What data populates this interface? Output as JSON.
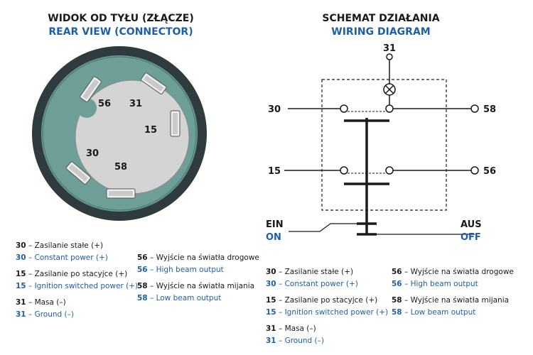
{
  "left_panel": {
    "title_pl": "WIDOK OD TYŁU (ZŁĄCZE)",
    "title_en": "REAR VIEW (CONNECTOR)",
    "pins": {
      "p56": "56",
      "p31": "31",
      "p15": "15",
      "p30": "30",
      "p58": "58"
    },
    "colors": {
      "connector_face": "#6e9e98",
      "connector_rim": "#2f3b3e",
      "center_disk": "#d4d4d4"
    }
  },
  "right_panel": {
    "title_pl": "SCHEMAT DZIAŁANIA",
    "title_en": "WIRING DIAGRAM",
    "terminals": {
      "t31": "31",
      "t30": "30",
      "t58": "58",
      "t15": "15",
      "t56": "56"
    },
    "switch": {
      "on_pl": "EIN",
      "on_en": "ON",
      "off_pl": "AUS",
      "off_en": "OFF"
    }
  },
  "legend_left": {
    "items": [
      {
        "num": "30",
        "pl": "Zasilanie stałe (+)",
        "en": "Constant power (+)"
      },
      {
        "num": "15",
        "pl": "Zasilanie po stacyjce (+)",
        "en": "Ignition switched power (+)"
      },
      {
        "num": "31",
        "pl": "Masa (–)",
        "en": "Ground (–)"
      }
    ],
    "outputs": [
      {
        "num": "56",
        "pl": "Wyjście na światła drogowe",
        "en": "High beam output"
      },
      {
        "num": "58",
        "pl": "Wyjście na światła mijania",
        "en": "Low beam output"
      }
    ]
  },
  "legend_right": {
    "items": [
      {
        "num": "30",
        "pl": "Zasilanie stałe (+)",
        "en": "Constant power (+)"
      },
      {
        "num": "15",
        "pl": "Zasilanie po stacyjce (+)",
        "en": "Ignition switched power (+)"
      },
      {
        "num": "31",
        "pl": "Masa (–)",
        "en": "Ground (–)"
      }
    ],
    "outputs": [
      {
        "num": "56",
        "pl": "Wyjście na światła drogowe",
        "en": "High beam output"
      },
      {
        "num": "58",
        "pl": "Wyjście na światła mijania",
        "en": "Low beam output"
      }
    ]
  },
  "separator": "–",
  "accent_color": "#1f5fa8"
}
